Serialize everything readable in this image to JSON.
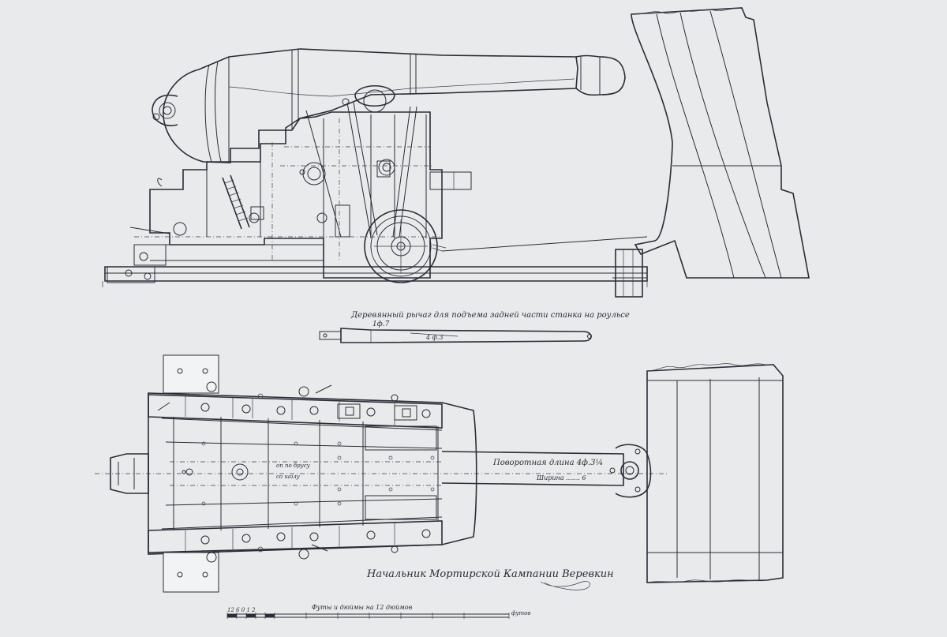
{
  "annotations": {
    "lever_caption": "Деревянный рычаг для подъема задней части станка на роульсе",
    "lever_note_left": "1ф.7",
    "lever_note_mid": "4 ф.3",
    "pole_label": "Поворотная длина 4ф.3¼",
    "pole_sublabel": "Ширина ....... 6",
    "carriage_note_1": "оп по брусу",
    "carriage_note_2": "со шолу",
    "signature": "Начальник Мортирской Кампании Веревкин",
    "scale_caption": "Футы и дюймы на 12 дюймов",
    "scale_left": "12 6 0 1 2",
    "scale_right": "футов"
  },
  "colors": {
    "paper": "#e9eaec",
    "ink": "#2a2d33"
  }
}
